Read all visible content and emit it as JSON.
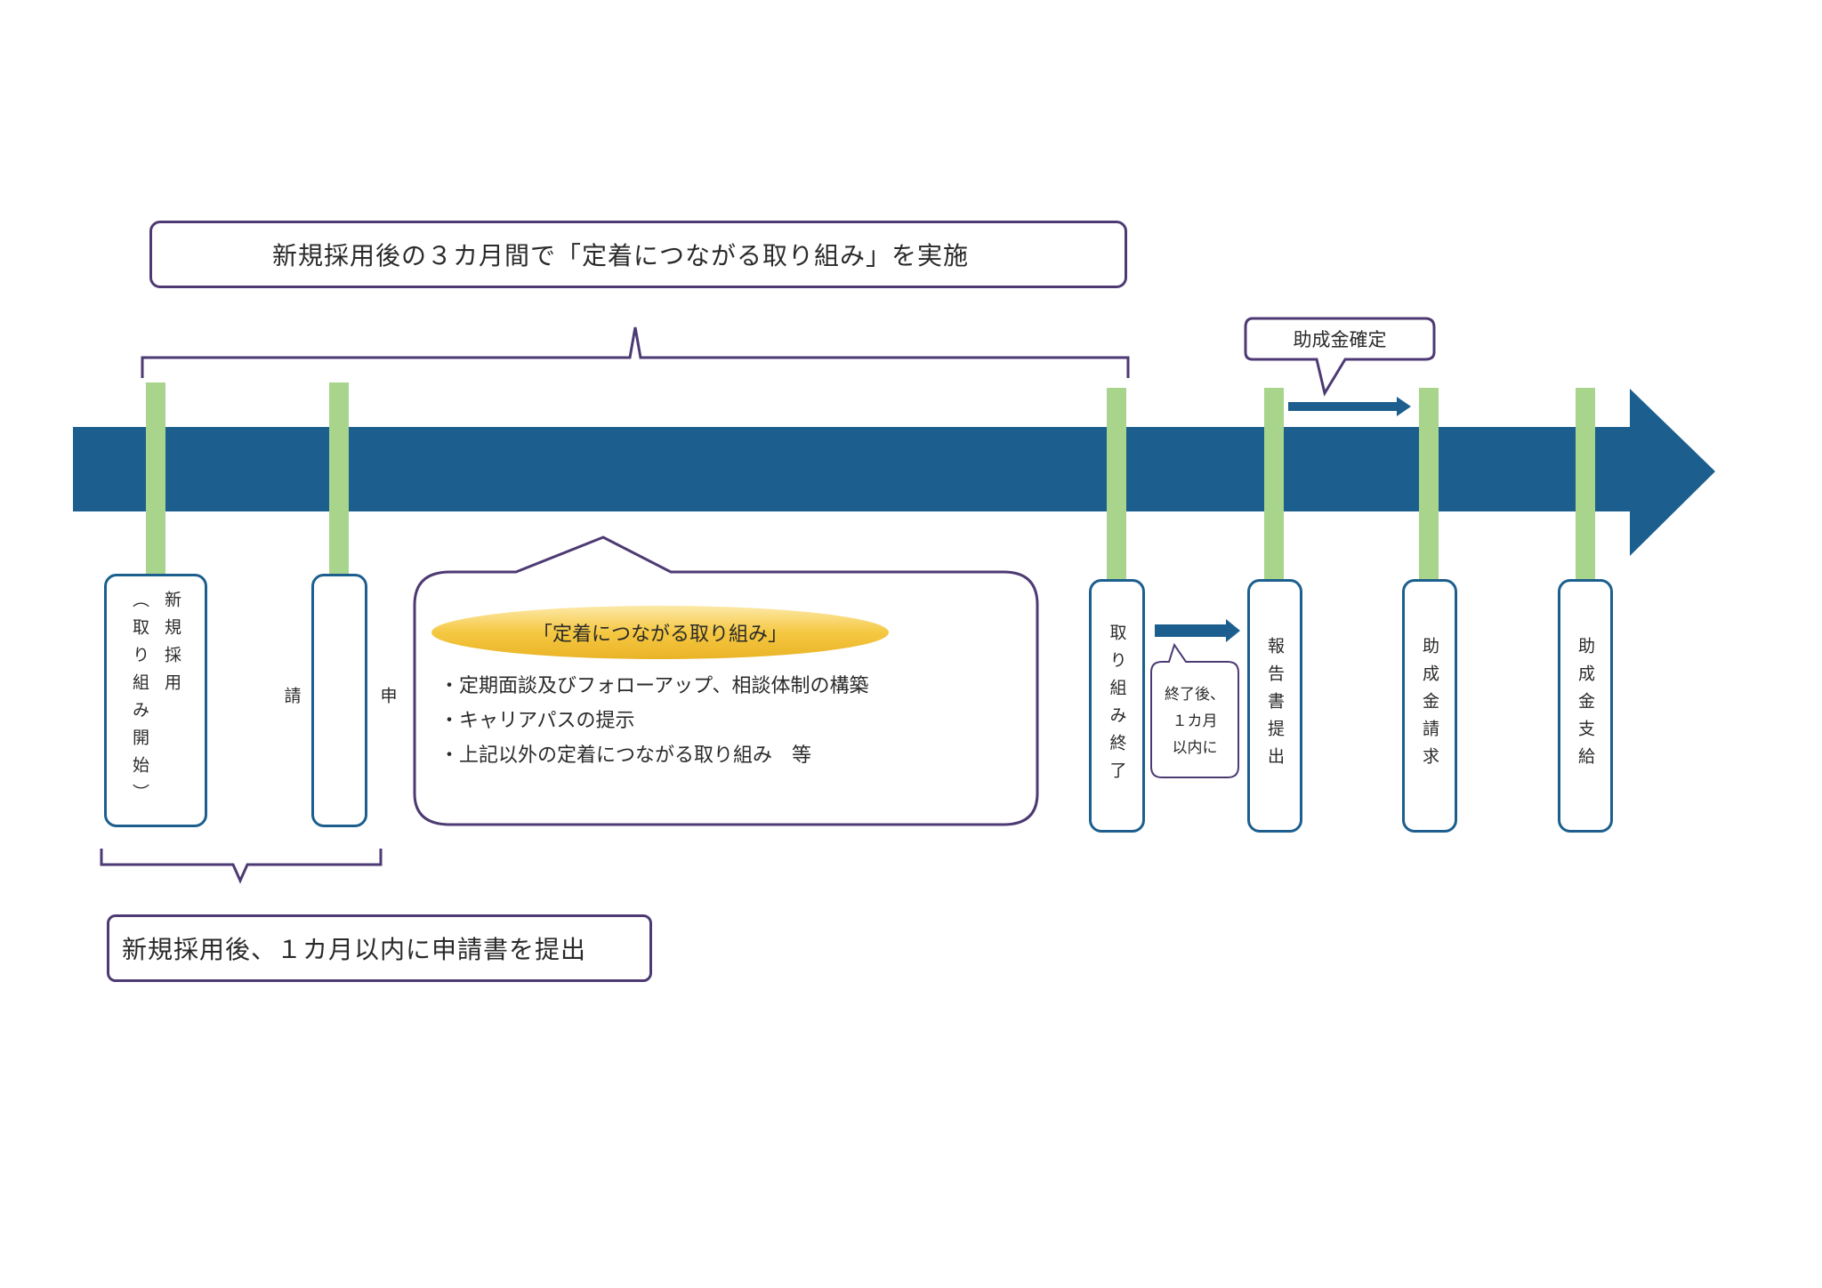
{
  "top_label": "新規採用後の３カ月間で「定着につながる取り組み」を実施",
  "bottom_label": "新規採用後、１カ月以内に申請書を提出",
  "confirm_label": "助成金確定",
  "callout": {
    "title": "「定着につながる取り組み」",
    "items": [
      "・定期面談及びフォローアップ、相談体制の構築",
      "・キャリアパスの提示",
      "・上記以外の定着につながる取り組み　等"
    ]
  },
  "note": "終了後、\n１カ月\n以内に",
  "steps": [
    {
      "id": "start",
      "label": "新規採用\n（取り組み開始）"
    },
    {
      "id": "apply",
      "label": "申\n\n\n請"
    },
    {
      "id": "end",
      "label": "取り組み終了"
    },
    {
      "id": "report",
      "label": "報告書提出"
    },
    {
      "id": "claim",
      "label": "助成金請求"
    },
    {
      "id": "payment",
      "label": "助成金支給"
    }
  ],
  "colors": {
    "timeline": "#1c5f8e",
    "marker": "#a8d48c",
    "frame": "#4d3a73",
    "oval": "#f5c842"
  }
}
